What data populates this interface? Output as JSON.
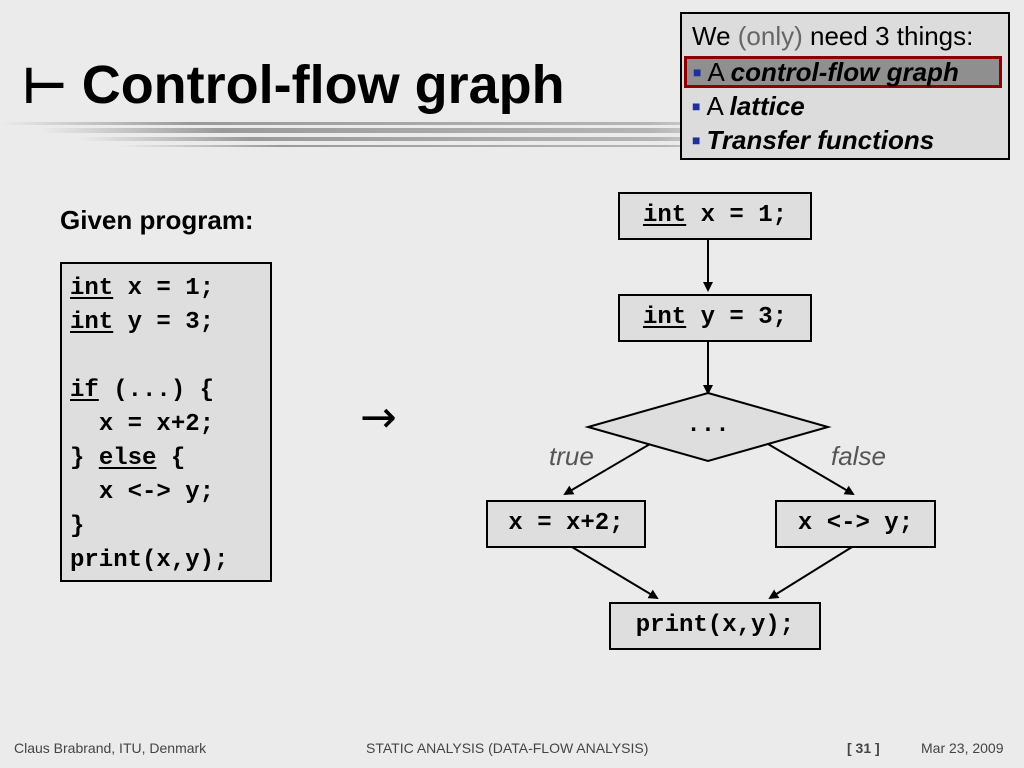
{
  "title": {
    "glyph": "⊢",
    "text": "Control-flow graph"
  },
  "summary": {
    "heading_we": "We",
    "heading_only": "(only)",
    "heading_rest": "need 3 things:",
    "bullet_glyph": "■",
    "items": [
      {
        "prefix": "A",
        "term": "control-flow graph",
        "highlighted": true
      },
      {
        "prefix": "A",
        "term": "lattice",
        "highlighted": false
      },
      {
        "prefix": "",
        "term": "Transfer functions",
        "highlighted": false
      }
    ],
    "highlight_color": "#8b0000"
  },
  "program": {
    "label": "Given program:",
    "lines": [
      {
        "kw": "int",
        "rest": " x = 1;"
      },
      {
        "kw": "int",
        "rest": " y = 3;"
      },
      {
        "kw": "",
        "rest": ""
      },
      {
        "kw": "if",
        "rest": " (...) {"
      },
      {
        "pre": "  ",
        "kw": "",
        "rest": "x = x+2;"
      },
      {
        "pre": "} ",
        "kw": "else",
        "rest": " {"
      },
      {
        "pre": "  ",
        "kw": "",
        "rest": "x <-> y;"
      },
      {
        "kw": "",
        "rest": "}"
      },
      {
        "kw": "",
        "rest": "print(x,y);"
      }
    ]
  },
  "transform_arrow": "→",
  "graph": {
    "node1": {
      "kw": "int",
      "rest": " x = 1;"
    },
    "node2": {
      "kw": "int",
      "rest": " y = 3;"
    },
    "condition": "...",
    "true_label": "true",
    "false_label": "false",
    "then_node": "x = x+2;",
    "else_node": "x <-> y;",
    "join_node": "print(x,y);"
  },
  "footer": {
    "author": "Claus Brabrand, ITU, Denmark",
    "course": "STATIC ANALYSIS (DATA-FLOW ANALYSIS)",
    "page": "[ 31 ]",
    "date": "Mar 23, 2009"
  }
}
